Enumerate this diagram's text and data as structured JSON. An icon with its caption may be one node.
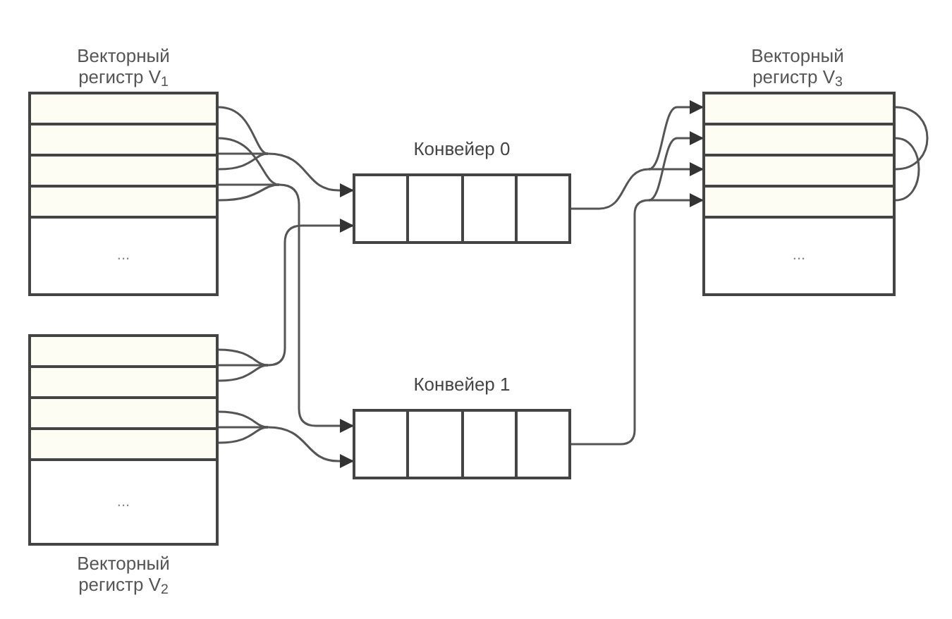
{
  "diagram": {
    "nodes": [
      {
        "text": [
          "Векторный регистр V$_{1}$",
          "..."
        ]
      },
      {
        "text": [
          "Конвейер 0"
        ]
      },
      {
        "text": [
          "Векторный регистр V$_{3}$",
          "..."
        ]
      },
      {
        "text": [
          "Конвейер 1"
        ]
      },
      {
        "text": [
          "...",
          "Векторный регистр V$_{2}$"
        ]
      }
    ],
    "edges": [
      {
        "from": 0,
        "to": 1,
        "arrow": "to"
      },
      {
        "from": 0,
        "to": 3,
        "arrow": "to"
      },
      {
        "from": 4,
        "to": 1,
        "arrow": "to"
      },
      {
        "from": 4,
        "to": 3,
        "arrow": "to"
      },
      {
        "from": 1,
        "to": 2,
        "arrow": "to"
      },
      {
        "from": 3,
        "to": 2,
        "arrow": "to"
      }
    ]
  }
}
